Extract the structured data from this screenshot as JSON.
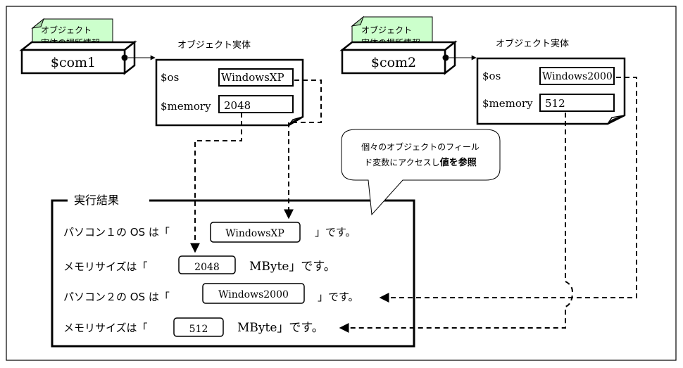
{
  "colors": {
    "card_fill": "#ccffcc",
    "card_fold": "#a8d8a8",
    "line": "#000000",
    "background": "#ffffff"
  },
  "references": [
    {
      "card_label_line1": "オブジェクト",
      "card_label_line2": "実体の場所情報",
      "variable": "$com1"
    },
    {
      "card_label_line1": "オブジェクト",
      "card_label_line2": "実体の場所情報",
      "variable": "$com2"
    }
  ],
  "objects": [
    {
      "title": "オブジェクト実体",
      "fields": [
        {
          "name": "$os",
          "value": "WindowsXP"
        },
        {
          "name": "$memory",
          "value": "2048"
        }
      ]
    },
    {
      "title": "オブジェクト実体",
      "fields": [
        {
          "name": "$os",
          "value": "Windows2000"
        },
        {
          "name": "$memory",
          "value": "512"
        }
      ]
    }
  ],
  "callout": {
    "line1": "個々のオブジェクトのフィール",
    "line2_normal": "ド変数にアクセスし",
    "line2_bold": "値を参照"
  },
  "result": {
    "title": "実行結果",
    "lines": [
      {
        "prefix": "パソコン１の OS は「",
        "value": "WindowsXP",
        "suffix": "」です。"
      },
      {
        "prefix": "メモリサイズは「",
        "value": "2048",
        "suffix": "MByte」です。"
      },
      {
        "prefix": "パソコン２の OS は「",
        "value": "Windows2000",
        "suffix": "」です。"
      },
      {
        "prefix": "メモリサイズは「",
        "value": "512",
        "suffix": "MByte」です。"
      }
    ]
  }
}
